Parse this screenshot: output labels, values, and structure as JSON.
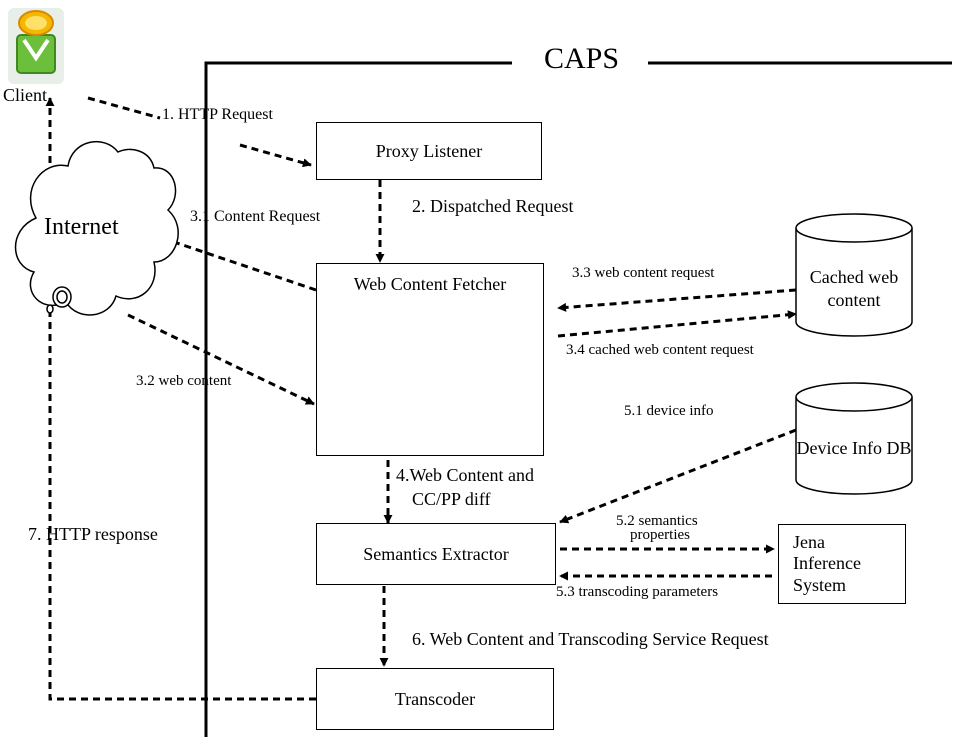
{
  "title": "CAPS",
  "actors": {
    "client": "Client",
    "internet": "Internet"
  },
  "components": {
    "proxy_listener": "Proxy Listener",
    "web_content_fetcher": "Web Content Fetcher",
    "semantics_extractor": "Semantics Extractor",
    "transcoder": "Transcoder",
    "jena_line1": "Jena",
    "jena_line2": "Inference",
    "jena_line3": "System"
  },
  "stores": {
    "cache_line1": "Cached web",
    "cache_line2": "content",
    "device_db": "Device Info DB"
  },
  "flows": {
    "f1": "1. HTTP Request",
    "f2": "2. Dispatched Request",
    "f31": "3.1 Content Request",
    "f32": "3.2 web content",
    "f33": "3.3 web content request",
    "f34": "3.4 cached web content request",
    "f4_line1": "4.Web Content and",
    "f4_line2": "CC/PP diff",
    "f51": "5.1 device info",
    "f52_line1": "5.2 semantics",
    "f52_line2": "properties",
    "f53": "5.3 transcoding parameters",
    "f6": "6. Web Content and Transcoding Service Request",
    "f7": "7. HTTP response"
  },
  "icons": [
    "user-icon",
    "cloud-icon",
    "document-icon",
    "landscape-picture-icon"
  ],
  "colors": {
    "line": "#000000",
    "user_head": "#f5b700",
    "user_body": "#6cbf3a"
  }
}
